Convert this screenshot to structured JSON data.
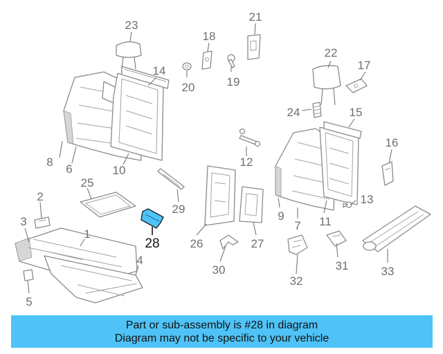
{
  "diagram": {
    "highlight_color": "#4fc3f7",
    "callouts": {
      "c1": "1",
      "c2": "2",
      "c3": "3",
      "c4": "4",
      "c5": "5",
      "c6": "6",
      "c7": "7",
      "c8": "8",
      "c9": "9",
      "c10": "10",
      "c11": "11",
      "c12": "12",
      "c13": "13",
      "c14": "14",
      "c15": "15",
      "c16": "16",
      "c17": "17",
      "c18": "18",
      "c19": "19",
      "c20": "20",
      "c21": "21",
      "c22": "22",
      "c23": "23",
      "c24": "24",
      "c25": "25",
      "c26": "26",
      "c27": "27",
      "c28": "28",
      "c29": "29",
      "c30": "30",
      "c31": "31",
      "c32": "32",
      "c33": "33"
    }
  },
  "banner": {
    "line1": "Part or sub-assembly is #28 in diagram",
    "line2": "Diagram may not be specific to your vehicle",
    "color": "#4fc3f7"
  }
}
